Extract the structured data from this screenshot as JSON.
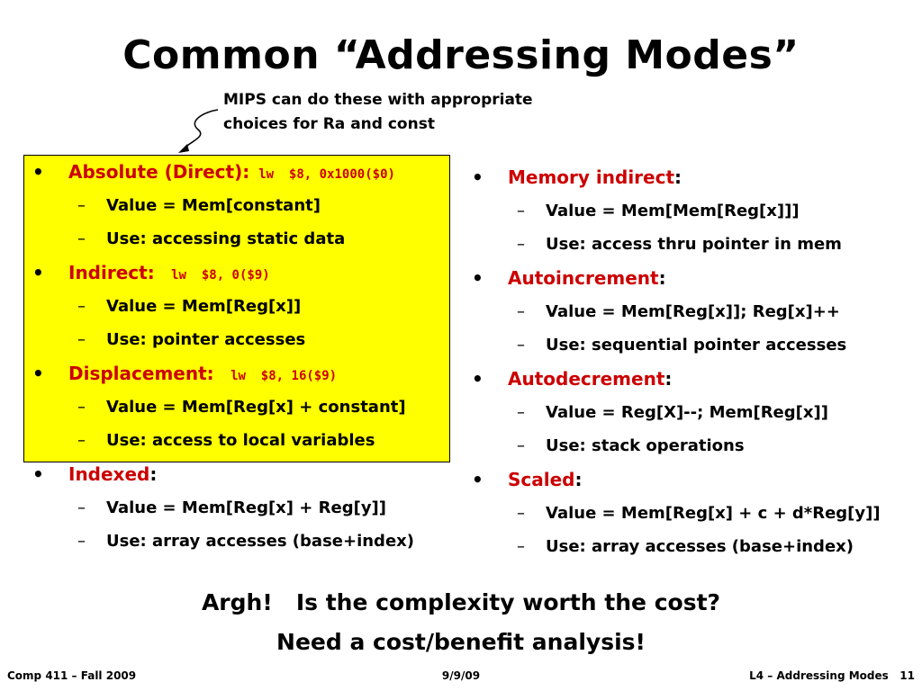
{
  "slide": {
    "title": "Common “Addressing Modes”",
    "callout": {
      "line1": "MIPS can do these with appropriate",
      "line2": "choices for Ra and const"
    },
    "left": [
      {
        "label": "Absolute (Direct):",
        "suffix": "",
        "code": "lw  $8, 0x1000($0)",
        "subs": [
          "Value = Mem[constant]",
          "Use: accessing static data"
        ]
      },
      {
        "label": "Indirect:",
        "suffix": "",
        "code": " lw  $8, 0($9)",
        "subs": [
          "Value = Mem[Reg[x]]",
          "Use: pointer accesses"
        ]
      },
      {
        "label": "Displacement:",
        "suffix": "",
        "code": " lw  $8, 16($9)",
        "subs": [
          "Value = Mem[Reg[x] + constant]",
          "Use: access to local variables"
        ]
      },
      {
        "label": "Indexed",
        "suffix": ":",
        "code": "",
        "subs": [
          "Value = Mem[Reg[x] + Reg[y]]",
          "Use: array accesses (base+index)"
        ]
      }
    ],
    "right": [
      {
        "label": "Memory indirect",
        "suffix": ":",
        "subs": [
          "Value = Mem[Mem[Reg[x]]]",
          "Use: access thru pointer in mem"
        ]
      },
      {
        "label": "Autoincrement",
        "suffix": ":",
        "subs": [
          "Value = Mem[Reg[x]]; Reg[x]++",
          "Use: sequential pointer accesses"
        ]
      },
      {
        "label": "Autodecrement",
        "suffix": ":",
        "subs": [
          "Value = Reg[X]--; Mem[Reg[x]]",
          "Use: stack operations"
        ]
      },
      {
        "label": "Scaled",
        "suffix": ":",
        "subs": [
          "Value = Mem[Reg[x] + c + d*Reg[y]]",
          "Use: array accesses (base+index)"
        ]
      }
    ],
    "closing": {
      "line1": "Argh!   Is the complexity worth the cost?",
      "line2": "Need a cost/benefit analysis!"
    },
    "bullet": "•",
    "dash": "–"
  },
  "footer": {
    "left": "Comp 411 – Fall 2009",
    "center": "9/9/09",
    "right": "L4 – Addressing Modes   11"
  },
  "colors": {
    "highlight": "#ffff00",
    "accent_red": "#cc0000"
  }
}
